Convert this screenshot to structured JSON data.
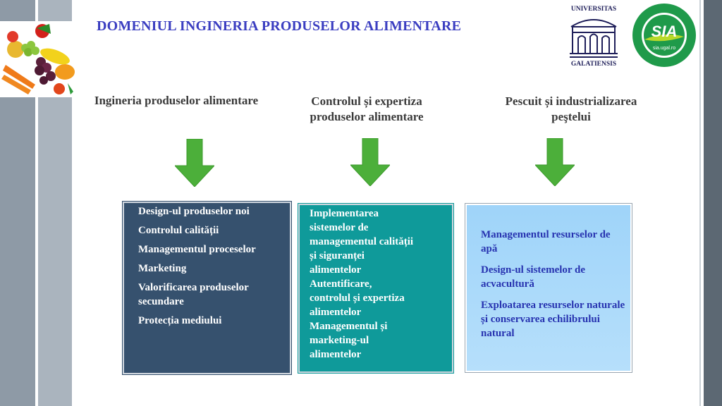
{
  "title": "DOMENIUL INGINERIA PRODUSELOR ALIMENTARE",
  "logos": {
    "university_top": "UNIVERSITAS",
    "university_bottom": "GALATIENSIS",
    "sia_text": "SIA",
    "sia_url": "sia.ugal.ro"
  },
  "columns": [
    {
      "heading": "Ingineria produselor alimentare",
      "items": [
        "Design-ul produselor noi",
        "Controlul calității",
        "Managementul proceselor",
        "Marketing",
        "Valorificarea produselor secundare",
        "Protecția mediului"
      ]
    },
    {
      "heading": "Controlul și expertiza produselor alimentare",
      "lines": [
        "Implementarea",
        "sistemelor de",
        "managementul calității",
        "și siguranței",
        "alimentelor",
        "Autentificare,",
        "controlul și expertiza",
        "alimentelor",
        "Managementul  și",
        "marketing-ul",
        "alimentelor"
      ]
    },
    {
      "heading": "Pescuit și industrializarea peştelui",
      "items": [
        "Managementul resurselor de apă",
        "Design-ul sistemelor de acvacultură",
        "Exploatarea resurselor naturale și conservarea echilibrului natural"
      ]
    }
  ],
  "colors": {
    "title": "#3b3ec1",
    "box1": "#36516e",
    "box2": "#0f9a9a",
    "box3": "#a8d8fa",
    "arrow": "#4caf3a"
  }
}
